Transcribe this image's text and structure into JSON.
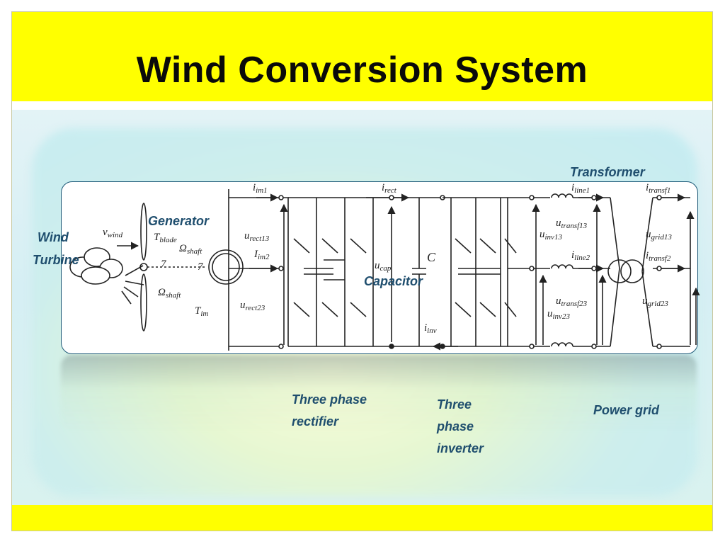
{
  "title": "Wind Conversion System",
  "labels": {
    "wind_turbine_1": "Wind",
    "wind_turbine_2": "Turbine",
    "generator": "Generator",
    "capacitor": "Capacitor",
    "transformer": "Transformer",
    "rectifier_1": "Three phase",
    "rectifier_2": "rectifier",
    "inverter_1": "Three",
    "inverter_2": "phase",
    "inverter_3": "inverter",
    "power_grid": "Power grid"
  },
  "symbols": {
    "v_wind": "v",
    "v_wind_sub": "wind",
    "t_blade": "T",
    "t_blade_sub": "blade",
    "omega_shaft_1": "Ω",
    "omega_shaft_1_sub": "shaft",
    "omega_shaft_2": "Ω",
    "omega_shaft_2_sub": "shaft",
    "t_im": "T",
    "t_im_sub": "im",
    "gear_1": "7",
    "gear_2": "7",
    "i_im1": "i",
    "i_im1_sub": "im1",
    "i_im2": "I",
    "i_im2_sub": "im2",
    "u_rect13": "u",
    "u_rect13_sub": "rect13",
    "u_rect23": "u",
    "u_rect23_sub": "rect23",
    "i_rect": "i",
    "i_rect_sub": "rect",
    "u_cap": "u",
    "u_cap_sub": "cap",
    "c": "C",
    "i_inv": "i",
    "i_inv_sub": "inv",
    "u_inv13": "u",
    "u_inv13_sub": "inv13",
    "u_inv23": "u",
    "u_inv23_sub": "inv23",
    "i_line1": "i",
    "i_line1_sub": "line1",
    "i_line2": "i",
    "i_line2_sub": "line2",
    "u_transf13": "u",
    "u_transf13_sub": "transf13",
    "u_transf23": "u",
    "u_transf23_sub": "transf23",
    "i_transf1": "i",
    "i_transf1_sub": "transf1",
    "i_transf2": "i",
    "i_transf2_sub": "transf2",
    "u_grid13": "u",
    "u_grid13_sub": "grid13",
    "u_grid23": "u",
    "u_grid23_sub": "grid23"
  },
  "colors": {
    "title_bar": "#ffff00",
    "label_text": "#1f4e6e",
    "panel_border": "#1e5a78"
  }
}
